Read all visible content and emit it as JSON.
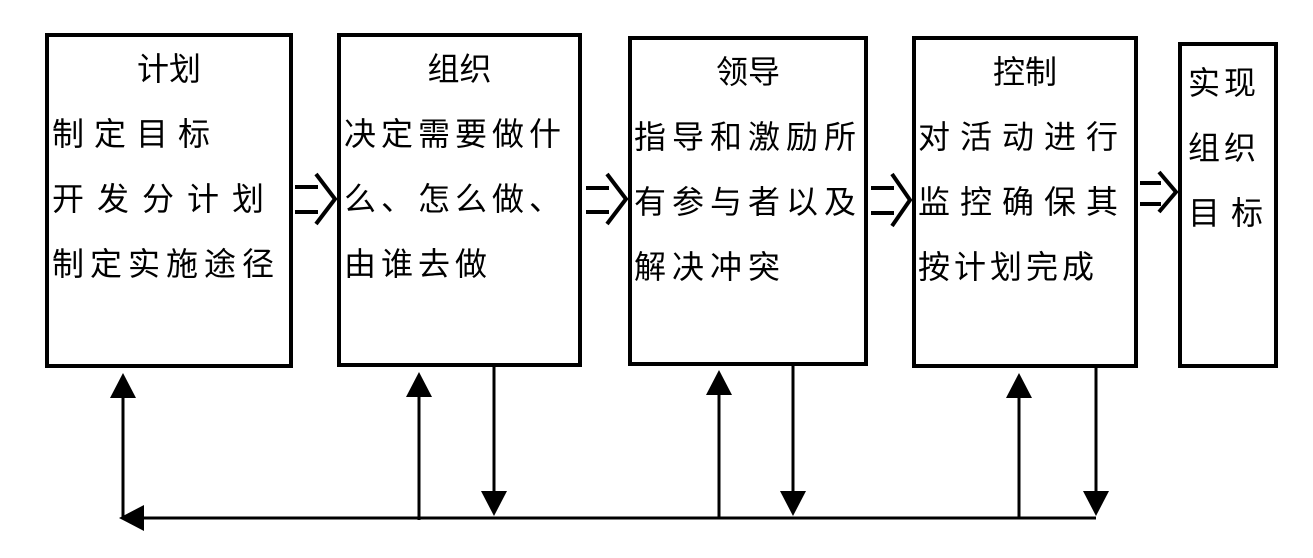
{
  "diagram": {
    "boxes": [
      {
        "title": "计划",
        "lines": [
          "制定目标",
          "开发分计划",
          "制定实施途径"
        ]
      },
      {
        "title": "组织",
        "lines": [
          "决定需要做什",
          "么、怎么做、",
          "由谁去做"
        ]
      },
      {
        "title": "领导",
        "lines": [
          "指导和激励所",
          "有参与者以及",
          "解决冲突"
        ]
      },
      {
        "title": "控制",
        "lines": [
          "对活动进行",
          "监控确保其",
          "按计划完成"
        ]
      },
      {
        "title": "",
        "lines": [
          "实现",
          "组织",
          "目标"
        ]
      }
    ],
    "colors": {
      "line": "#000000",
      "background": "#ffffff",
      "text": "#000000"
    }
  }
}
